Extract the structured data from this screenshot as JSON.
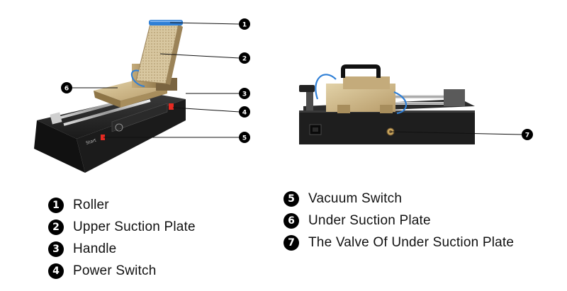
{
  "callouts": [
    {
      "num": "1",
      "label": "Roller"
    },
    {
      "num": "2",
      "label": "Upper Suction Plate"
    },
    {
      "num": "3",
      "label": "Handle"
    },
    {
      "num": "4",
      "label": "Power Switch"
    },
    {
      "num": "5",
      "label": "Vacuum Switch"
    },
    {
      "num": "6",
      "label": "Under Suction Plate"
    },
    {
      "num": "7",
      "label": "The Valve Of Under Suction Plate"
    }
  ],
  "machine_panel": {
    "start_label": "Start"
  },
  "colors": {
    "base_black": "#1e1e1e",
    "gold_plate": "#c9b389",
    "blue_tube": "#2f7fd6",
    "switch_red": "#e52a22",
    "badge_black": "#000000"
  }
}
